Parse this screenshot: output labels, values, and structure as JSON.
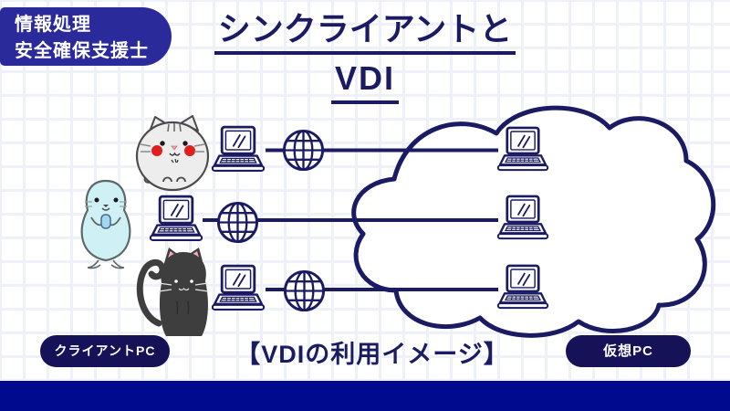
{
  "header": {
    "badge": {
      "line1": "情報処理",
      "line2": "安全確保支援士"
    },
    "title": {
      "line1": "シンクライアントと",
      "line2": "VDI"
    }
  },
  "diagram": {
    "caption": "【VDIの利用イメージ】",
    "client_label": "クライアントPC",
    "virtual_label": "仮想PC",
    "characters": [
      {
        "name": "gray-cat",
        "row": 1
      },
      {
        "name": "seal",
        "row": 2
      },
      {
        "name": "black-cat",
        "row": 3
      }
    ],
    "connections": [
      {
        "from": "client-laptop-1",
        "via": "internet-globe-1",
        "to": "virtual-pc-1"
      },
      {
        "from": "client-laptop-2",
        "via": "internet-globe-2",
        "to": "virtual-pc-2"
      },
      {
        "from": "client-laptop-3",
        "via": "internet-globe-3",
        "to": "virtual-pc-3"
      }
    ],
    "icons": {
      "client_pc": "laptop-icon",
      "network": "globe-icon",
      "hosting": "cloud-shape",
      "virtual_pc": "laptop-icon"
    }
  },
  "colors": {
    "navy": "#1b1b63",
    "badge_bg": "#2b2a9b",
    "pill_bg": "#161258",
    "bottom_bar": "#000a8f",
    "grid_line": "#eef1f8",
    "cheek_red": "#e01e1e",
    "seal_body": "#cff1f5",
    "gray_cat_body": "#ededed",
    "black_cat_body": "#3e3e3e"
  }
}
